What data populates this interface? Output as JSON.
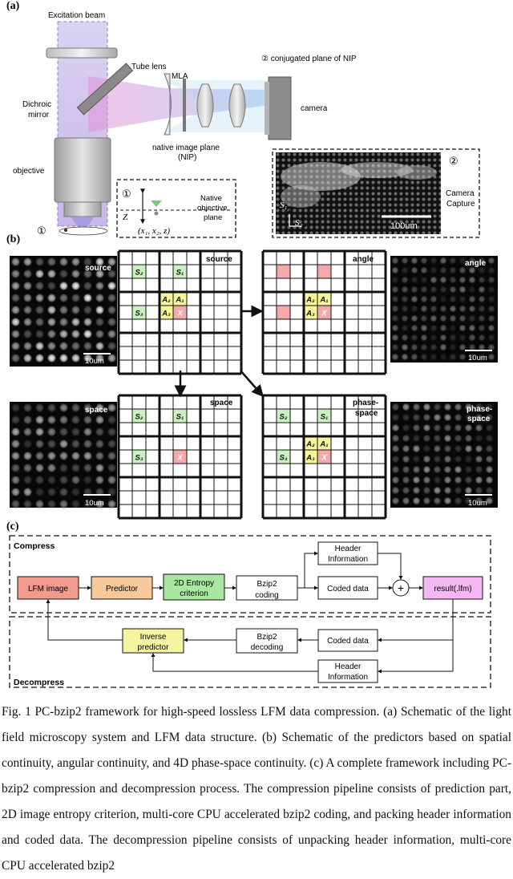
{
  "panel_a": {
    "label": "(a)",
    "excitation_beam": "Excitation beam",
    "dichroic_mirror": [
      "Dichroic",
      "mirror"
    ],
    "objective": "objective",
    "tube_lens": "Tube lens",
    "mla": "MLA",
    "conjugated_plane": "② conjugated plane of NIP",
    "camera": "camera",
    "native_image_plane": [
      "native image plane",
      "(NIP)"
    ],
    "marker_1": "①",
    "inset_1": {
      "marker": "①",
      "z": "Z",
      "coords": "(x₁, x₂, z)",
      "label": [
        "Native",
        "objective",
        "plane"
      ]
    },
    "inset_2": {
      "marker": "②",
      "s1": "S₁",
      "s2": "S₂",
      "scalebar": "100um",
      "label": [
        "Camera",
        "Capture"
      ]
    }
  },
  "panel_b": {
    "label": "(b)",
    "images": {
      "source": {
        "label": "source",
        "scalebar": "10um"
      },
      "angle": {
        "label": "angle",
        "scalebar": "10um"
      },
      "space": {
        "label": "space",
        "scalebar": "10um"
      },
      "phase_space": {
        "label": [
          "phase-",
          "space"
        ],
        "scalebar": "10um"
      }
    },
    "grids": {
      "source": "source",
      "angle": "angle",
      "space": "space",
      "phase_space": [
        "phase-",
        "space"
      ]
    },
    "cells": {
      "s1": "S₁",
      "s2": "S₂",
      "s3": "S₃",
      "a1": "A₁",
      "a2": "A₂",
      "a3": "A₃",
      "x": "X"
    },
    "colors": {
      "green": "#c9f2c0",
      "red": "#f3a9a9",
      "yellow": "#f5f59a"
    }
  },
  "panel_c": {
    "label": "(c)",
    "compress": "Compress",
    "decompress": "Decompress",
    "lfm_image": "LFM image",
    "predictor": "Predictor",
    "entropy": [
      "2D Entropy",
      "criterion"
    ],
    "bzip2_coding": [
      "Bzip2",
      "coding"
    ],
    "header_info": [
      "Header",
      "Information"
    ],
    "coded_data": "Coded data",
    "plus": "+",
    "result": "result(.lfm)",
    "bzip2_decoding": [
      "Bzip2",
      "decoding"
    ],
    "inverse_predictor": [
      "Inverse",
      "predictor"
    ],
    "colors": {
      "lfm": "#f39a8e",
      "predictor": "#f7c898",
      "entropy": "#a8e8a0",
      "result": "#f5b8f5",
      "inverse": "#f5f5a0"
    }
  },
  "caption": "Fig. 1 PC-bzip2 framework for high-speed lossless LFM data compression. (a) Schematic of the light field microscopy system and LFM data structure. (b) Schematic of the predictors based on spatial continuity, angular continuity, and 4D phase-space continuity. (c) A complete framework including PC-bzip2 compression and decompression process. The compression pipeline consists of prediction part, 2D image entropy criterion, multi-core CPU accelerated bzip2 coding, and packing header information and coded data. The decompression pipeline consists of unpacking header information, multi-core CPU accelerated bzip2"
}
